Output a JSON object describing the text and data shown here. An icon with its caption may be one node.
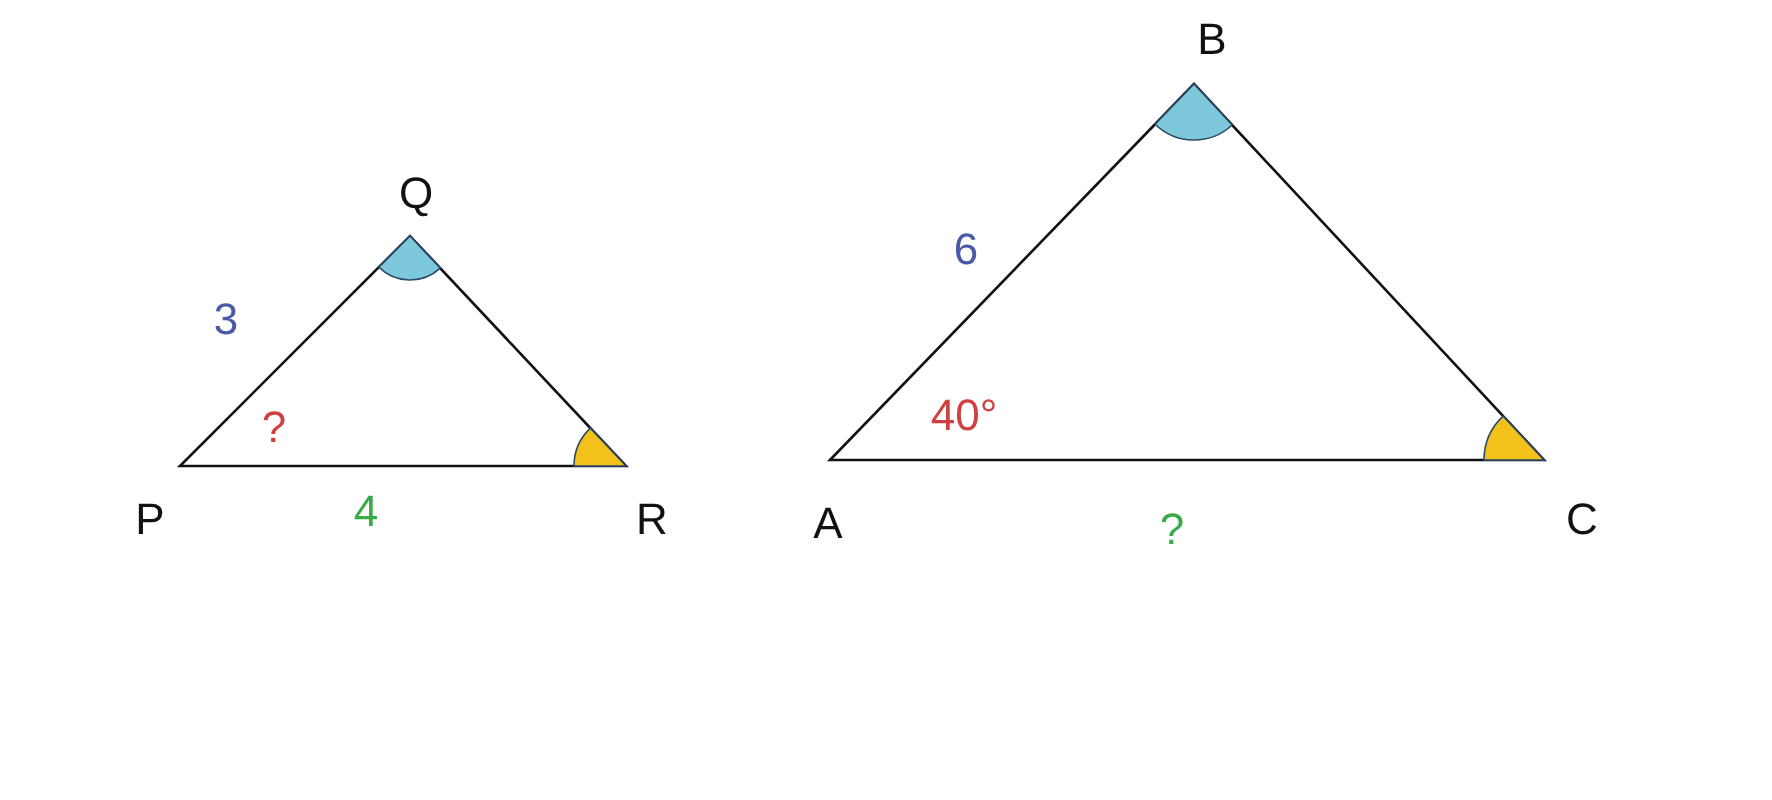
{
  "diagram": {
    "labels": [
      "Q",
      "3",
      "?",
      "P",
      "4",
      "R",
      "B",
      "6",
      "40°",
      "A",
      "?",
      "C"
    ]
  }
}
